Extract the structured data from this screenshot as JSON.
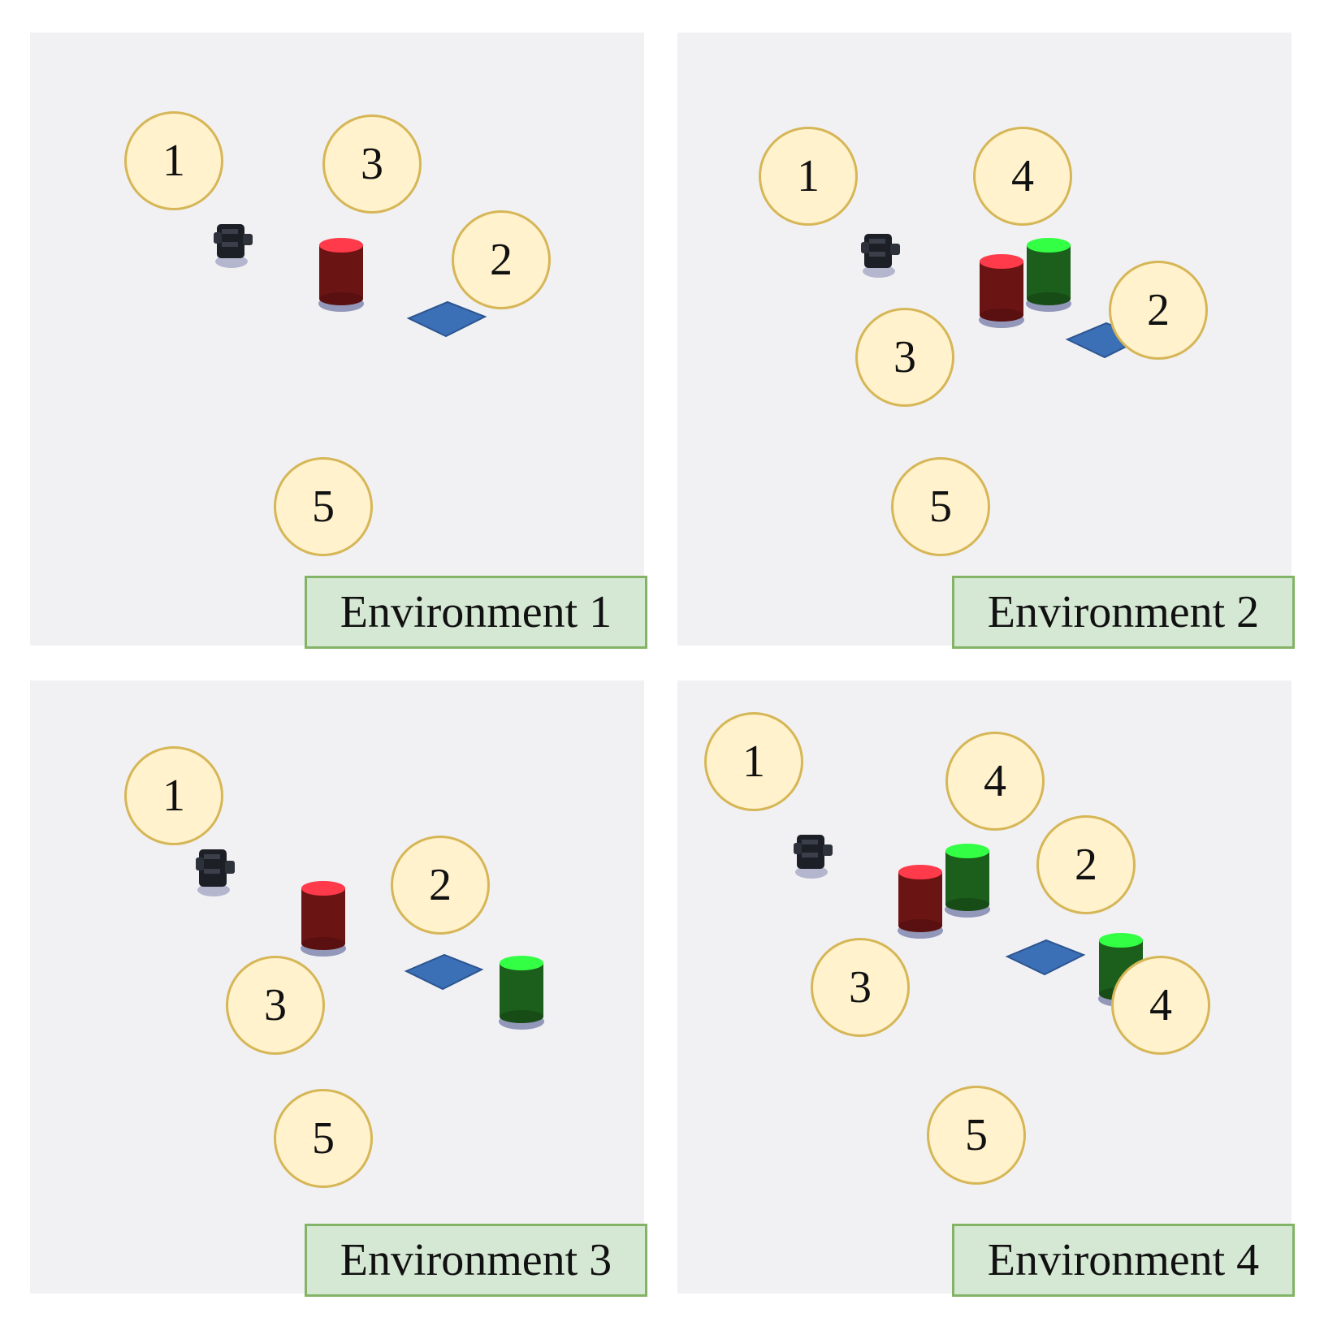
{
  "colors": {
    "panel_background": "#f1f1f4",
    "badge_fill": "#fff2cc",
    "badge_border": "#d6b656",
    "label_fill": "#d5e8d4",
    "label_border": "#82b366",
    "red_cylinder": "#6b1414",
    "red_cylinder_top": "#ff3a4a",
    "green_cylinder": "#1c5e1c",
    "green_cylinder_top": "#33ff44",
    "goal_tile": "#3b6fb6",
    "robot": "#1c1f26"
  },
  "panels": [
    {
      "label": "Environment 1",
      "badges": [
        {
          "text": "1"
        },
        {
          "text": "3"
        },
        {
          "text": "2"
        },
        {
          "text": "5"
        }
      ],
      "objects": [
        "robot-icon",
        "red-cylinder-icon",
        "blue-goal-tile-icon"
      ]
    },
    {
      "label": "Environment 2",
      "badges": [
        {
          "text": "1"
        },
        {
          "text": "4"
        },
        {
          "text": "2"
        },
        {
          "text": "3"
        },
        {
          "text": "5"
        }
      ],
      "objects": [
        "robot-icon",
        "red-cylinder-icon",
        "green-cylinder-icon",
        "blue-goal-tile-icon"
      ]
    },
    {
      "label": "Environment 3",
      "badges": [
        {
          "text": "1"
        },
        {
          "text": "2"
        },
        {
          "text": "3"
        },
        {
          "text": "5"
        }
      ],
      "objects": [
        "robot-icon",
        "red-cylinder-icon",
        "blue-goal-tile-icon",
        "green-cylinder-icon"
      ]
    },
    {
      "label": "Environment 4",
      "badges": [
        {
          "text": "1"
        },
        {
          "text": "4"
        },
        {
          "text": "2"
        },
        {
          "text": "3"
        },
        {
          "text": "4"
        },
        {
          "text": "5"
        }
      ],
      "objects": [
        "robot-icon",
        "red-cylinder-icon",
        "green-cylinder-icon",
        "blue-goal-tile-icon",
        "green-cylinder-icon"
      ]
    }
  ]
}
